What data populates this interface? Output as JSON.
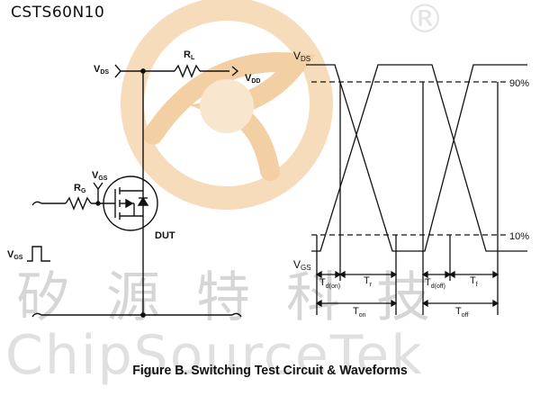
{
  "part_number": "CSTS60N10",
  "watermark": {
    "registered_symbol": "®",
    "chinese_text": "矽源特科技",
    "english_text": "ChipSourceTek"
  },
  "caption": "Figure B. Switching Test Circuit & Waveforms",
  "circuit": {
    "vds_label": "V",
    "vds_sub": "DS",
    "rl_label": "R",
    "rl_sub": "L",
    "vdd_label": "V",
    "vdd_sub": "DD",
    "vgs_label": "V",
    "vgs_sub": "GS",
    "rg_label": "R",
    "rg_sub": "G",
    "dut_label": "DUT",
    "vgs_input_label": "V",
    "vgs_input_sub": "GS"
  },
  "waveform": {
    "vds_label": "V",
    "vds_sub": "DS",
    "vgs_label": "V",
    "vgs_sub": "GS",
    "level_90": "90%",
    "level_10": "10%",
    "td_on": "T",
    "td_on_sub": "d(on)",
    "tr": "T",
    "tr_sub": "r",
    "td_off": "T",
    "td_off_sub": "d(off)",
    "tf": "T",
    "tf_sub": "f",
    "ton": "T",
    "ton_sub": "on",
    "toff": "T",
    "toff_sub": "off"
  },
  "colors": {
    "logo_orange": "#f6d9b4",
    "logo_orange_dark": "#f1c995",
    "watermark_gray": "#d6d6d6",
    "ink": "#111111"
  }
}
